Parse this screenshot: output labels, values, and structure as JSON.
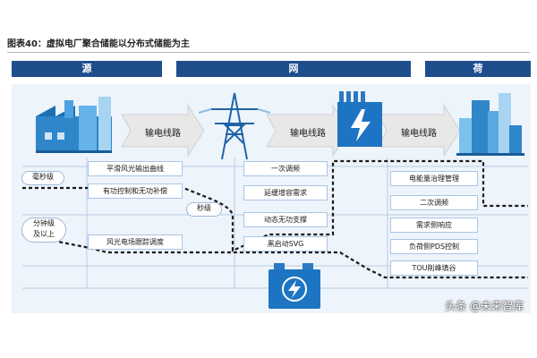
{
  "title": "图表40：虚拟电厂聚合储能以分布式储能为主",
  "headers": {
    "source": "源",
    "grid": "网",
    "load": "荷"
  },
  "line_labels": [
    "输电线路",
    "输电线路",
    "输电线路"
  ],
  "timescales": {
    "ms": "毫秒级",
    "s": "秒级",
    "min": "分钟级\n及以上"
  },
  "source_functions": [
    "平滑风光输出曲线",
    "有功控制和无功补偿",
    "风光电场跟踪调度"
  ],
  "grid_functions": [
    "一次调频",
    "延缓增容需求",
    "动态无功支撑",
    "黑启动SVG"
  ],
  "load_functions": [
    "电能量治理管理",
    "二次调频",
    "需求侧响应",
    "负荷侧PDS控制",
    "TOU削峰填谷"
  ],
  "watermark": "头条 @未来智库",
  "icons": {
    "factory": "factory-icon",
    "tower": "transmission-tower-icon",
    "substation": "substation-icon",
    "buildings": "city-buildings-icon",
    "battery": "battery-storage-icon"
  },
  "colors": {
    "header": "#1f4e8c",
    "accent": "#1d9bd8",
    "panel": "#eef4fb"
  }
}
